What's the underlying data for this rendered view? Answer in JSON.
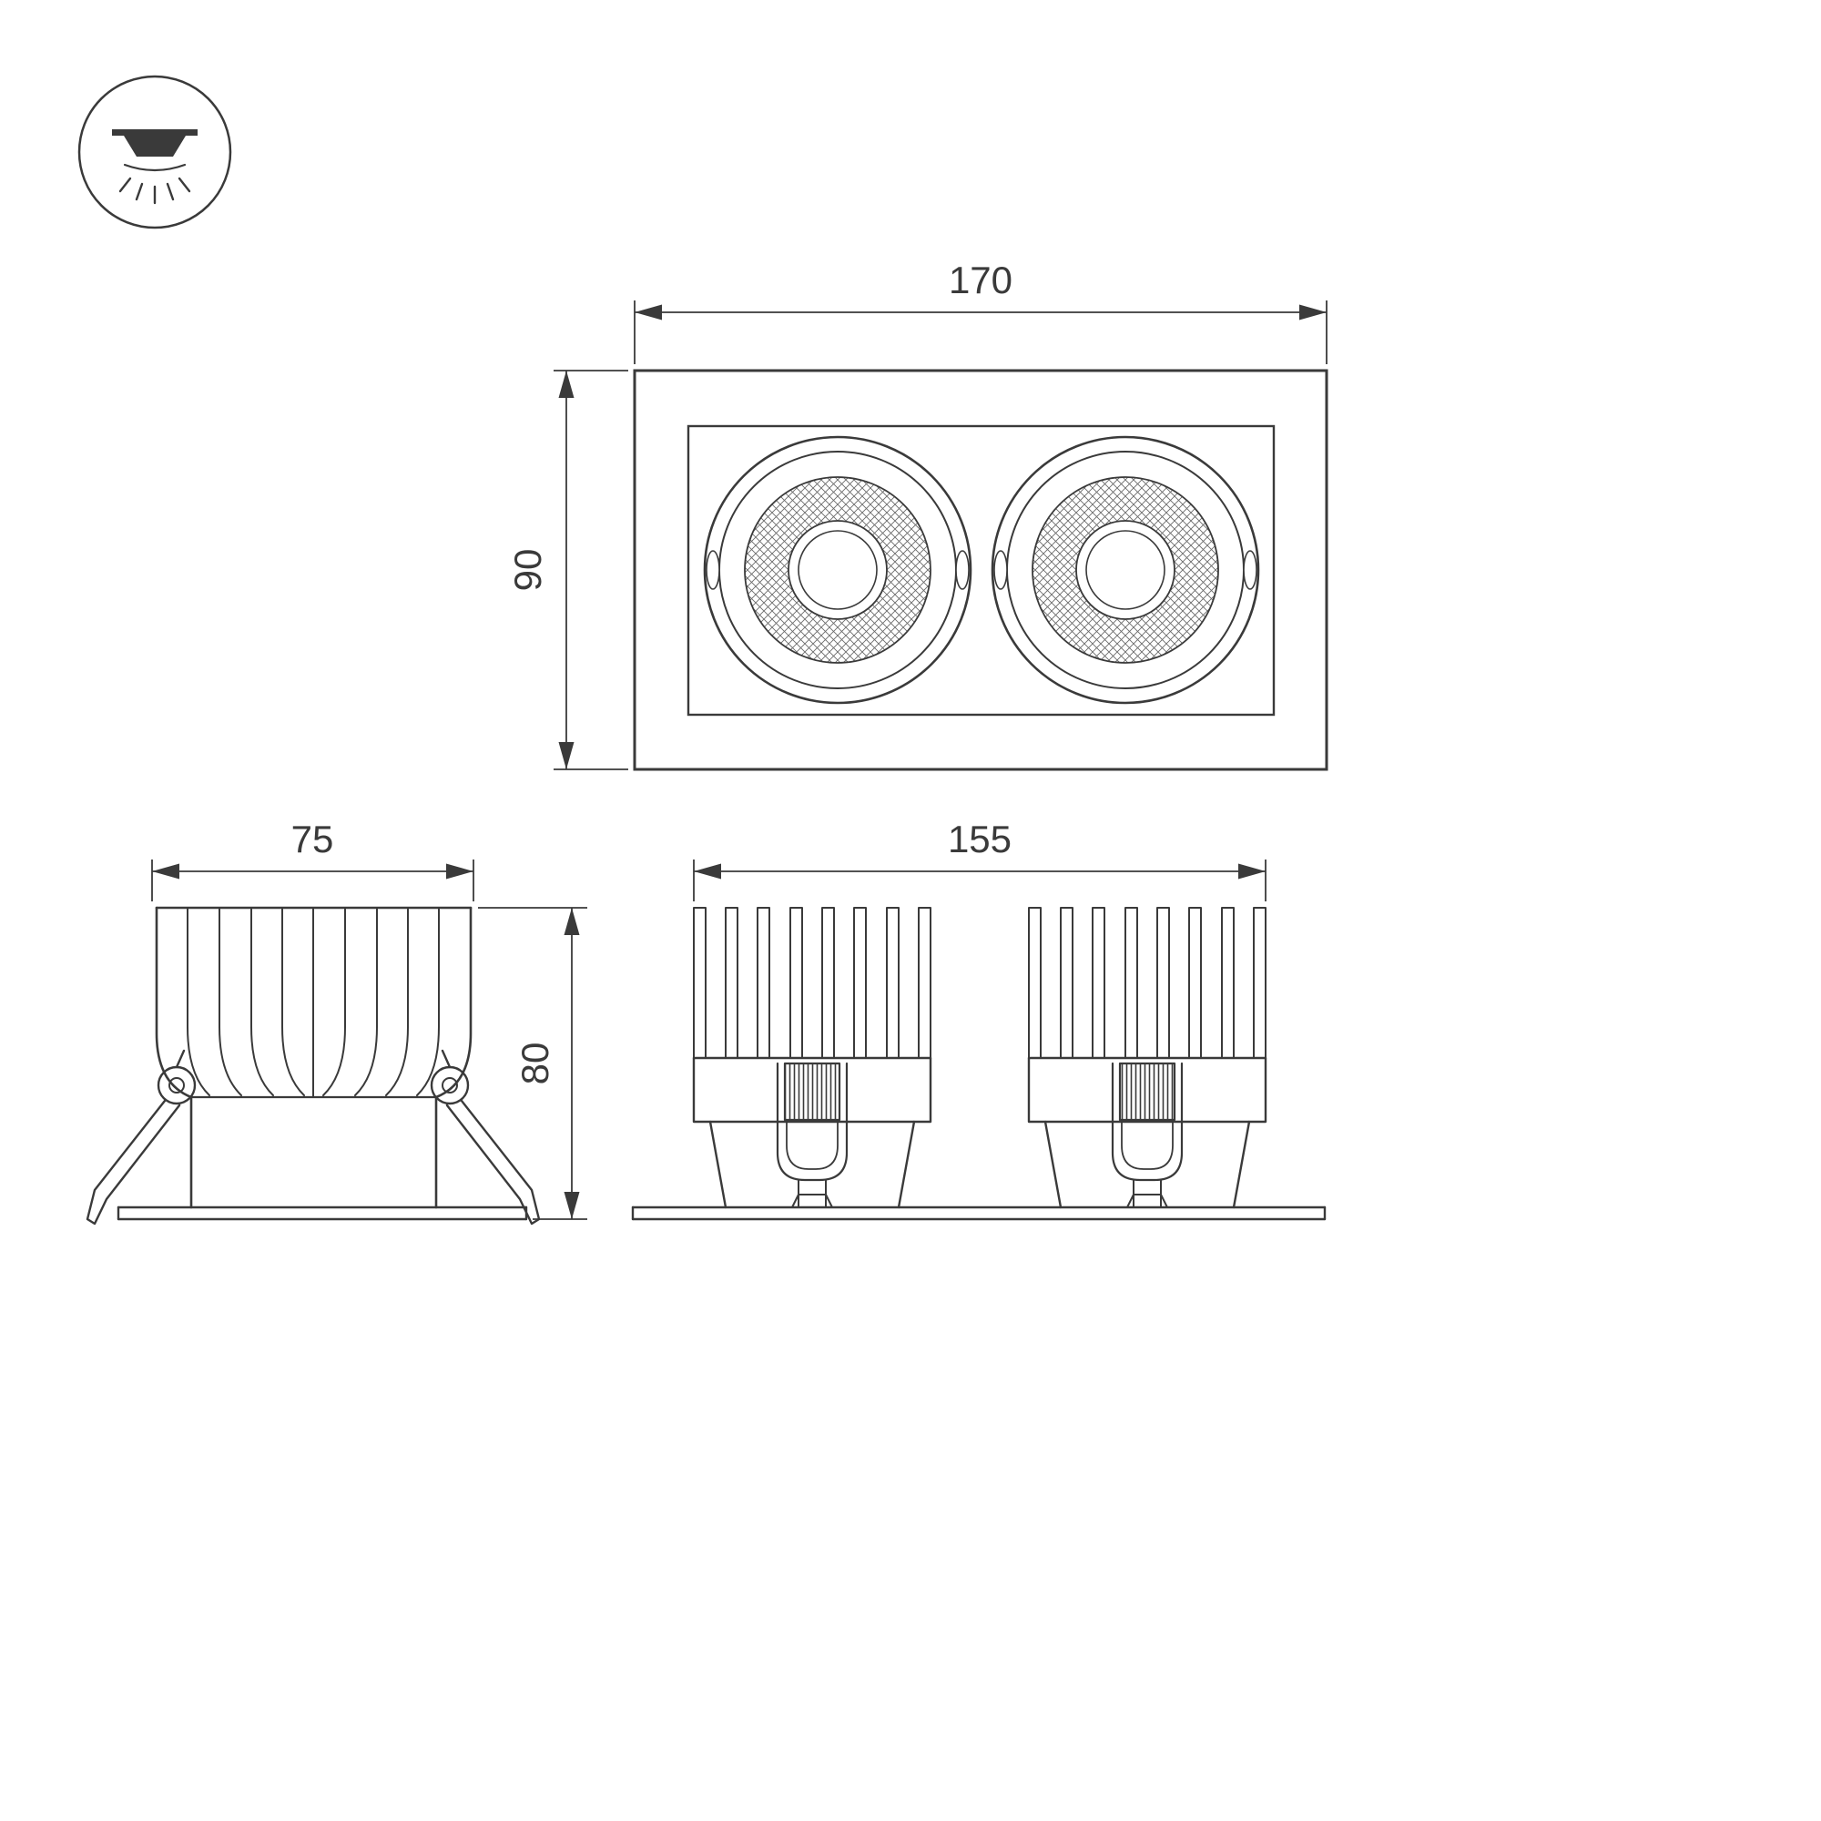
{
  "icon": {
    "name": "recessed-downlight-icon"
  },
  "views": {
    "front": "front-view-dual-spot",
    "side": "side-view-single-module",
    "dual": "front-elevation-dual-heatsink"
  },
  "dimensions": {
    "front_width": "170",
    "front_height": "90",
    "side_width": "75",
    "side_height": "80",
    "dual_width": "155"
  },
  "colors": {
    "line": "#3a3a3a",
    "background": "#ffffff",
    "mesh": "#6a6a6a"
  }
}
